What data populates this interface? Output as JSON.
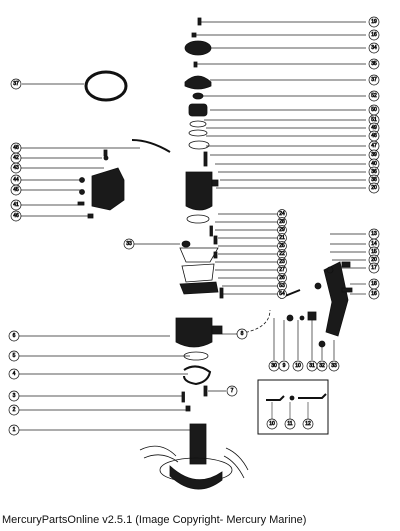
{
  "footer": {
    "caption": "MercuryPartsOnline v2.5.1 (Image Copyright- Mercury Marine)"
  },
  "callouts": {
    "c19": "19",
    "c16": "16",
    "c34": "34",
    "c35": "35",
    "c37": "37",
    "c52": "52",
    "c50": "50",
    "c51": "51",
    "c49": "49",
    "c48": "48",
    "c47": "47",
    "c39": "39",
    "c40": "40",
    "c36": "36",
    "c38": "38",
    "c20": "20",
    "c24": "24",
    "c28": "28",
    "c29": "29",
    "c21": "21",
    "c25": "25",
    "c22": "22",
    "c23": "23",
    "c27": "27",
    "c26": "26",
    "c42": "42",
    "c43": "43",
    "c44": "44",
    "c45": "45",
    "c46": "46",
    "c41": "41",
    "c33": "33",
    "c13": "13",
    "c14": "14",
    "c15": "15",
    "c17": "17",
    "c18": "18",
    "c30": "30",
    "c8": "8",
    "c6": "6",
    "c5": "5",
    "c4": "4",
    "c7": "7",
    "c3": "3",
    "c2": "2",
    "c1": "1",
    "c9": "9",
    "c10": "10",
    "c31": "31",
    "c32": "32",
    "c33b": "33",
    "c11": "11",
    "c12": "12",
    "c53": "53",
    "c54": "54",
    "c10b": "10"
  }
}
